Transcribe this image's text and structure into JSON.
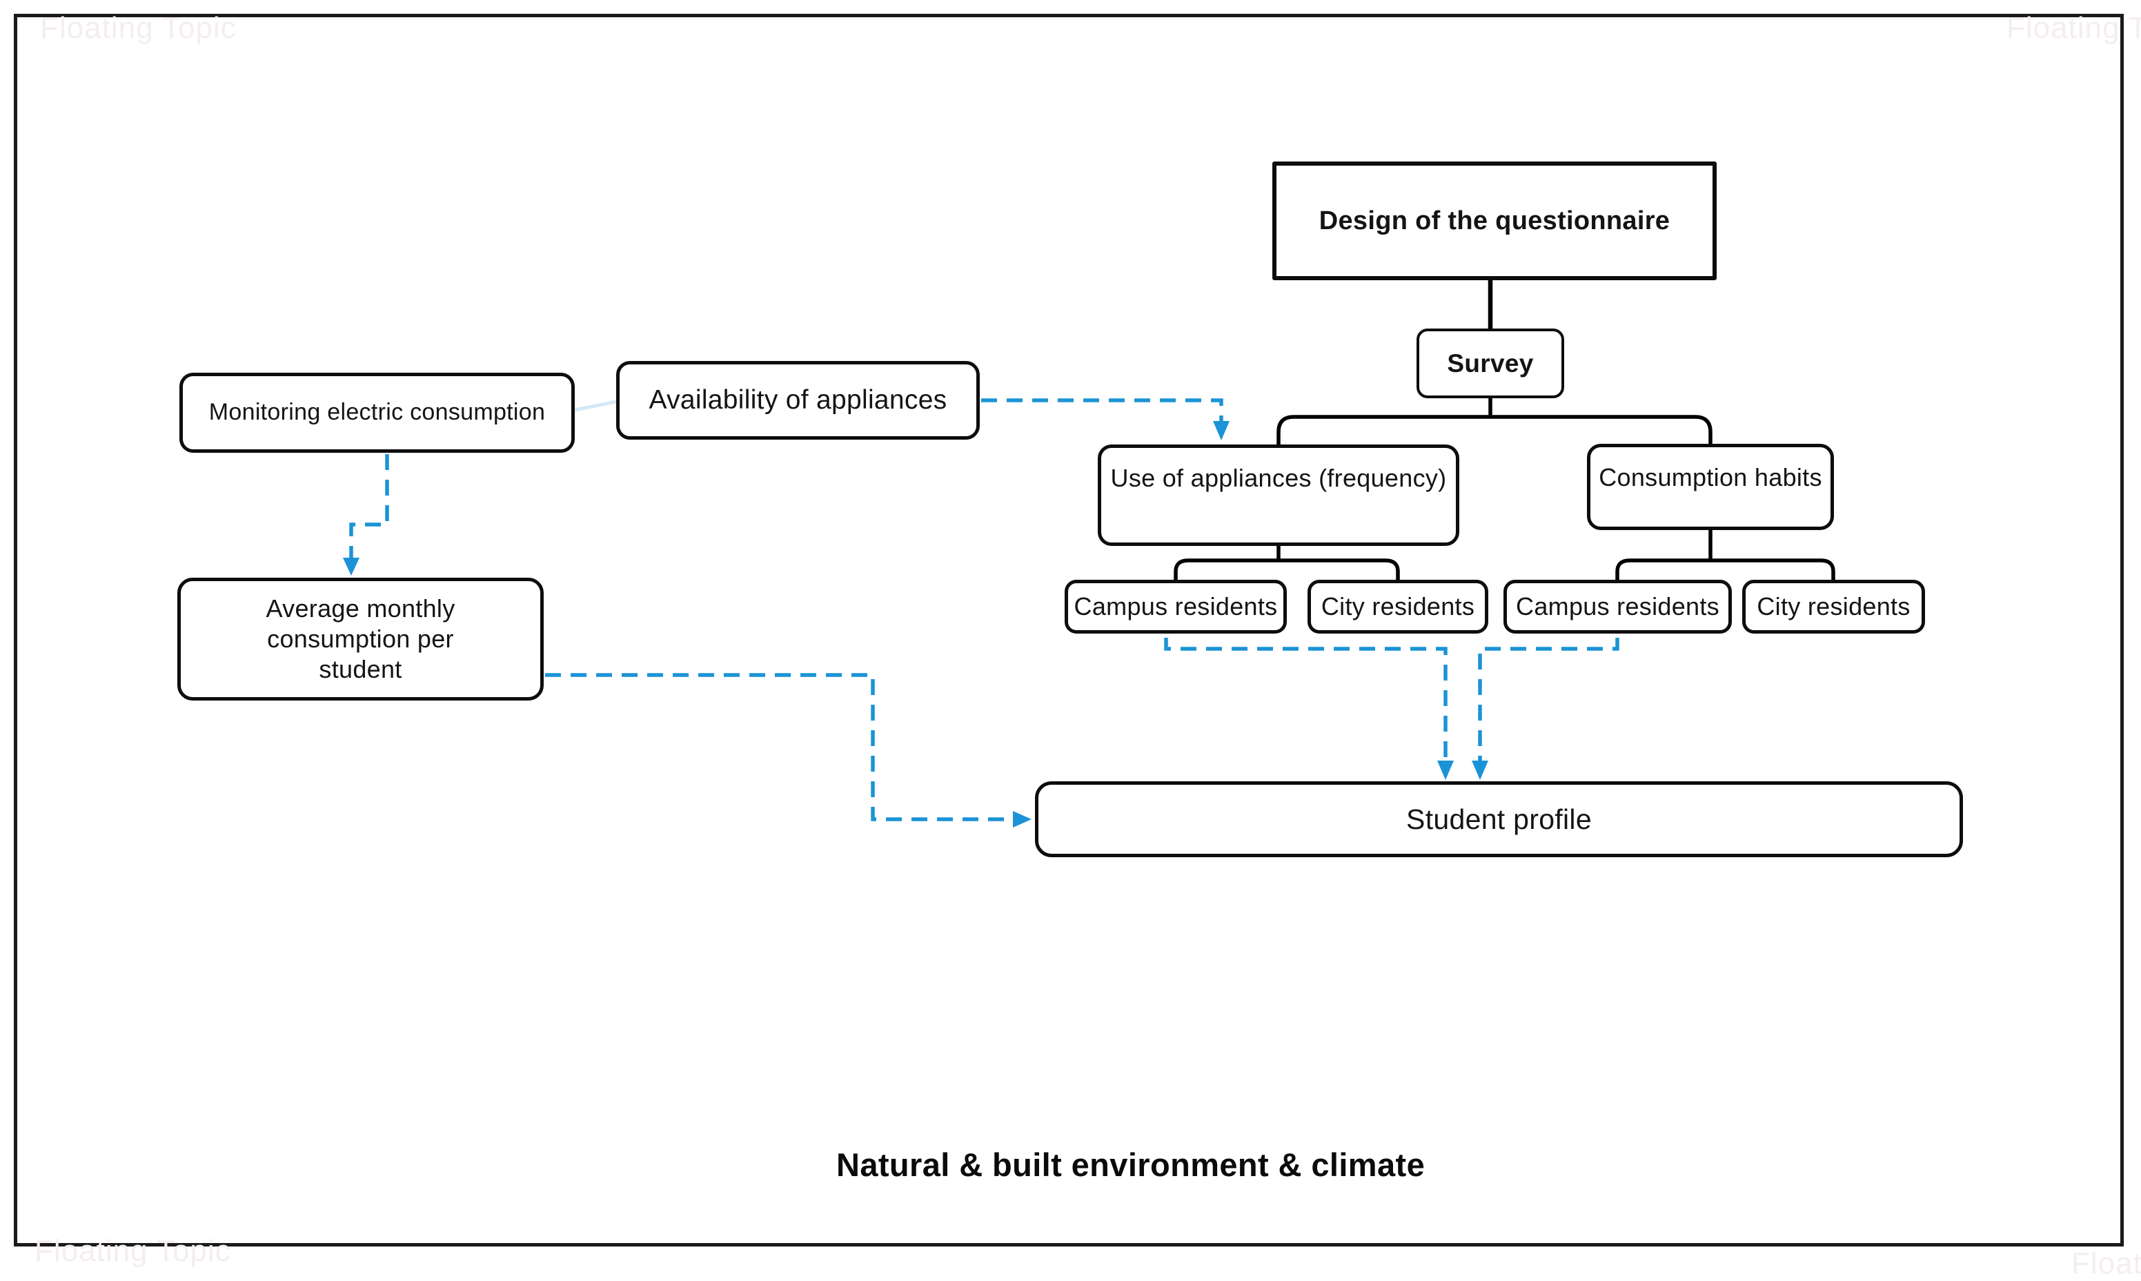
{
  "corner_labels": {
    "top_left": "Floating Topic",
    "top_right": "Floating Topic",
    "bottom_left": "Floating Topic",
    "bottom_right": "Floating Topic"
  },
  "nodes": {
    "design": {
      "label": "Design of the questionnaire"
    },
    "survey": {
      "label": "Survey"
    },
    "use_of_appliances": {
      "label": "Use of appliances (frequency)"
    },
    "consumption_habits": {
      "label": "Consumption habits"
    },
    "campus_residents_use": {
      "label": "Campus residents"
    },
    "city_residents_use": {
      "label": "City residents"
    },
    "campus_residents_cons": {
      "label": "Campus residents"
    },
    "city_residents_cons": {
      "label": "City residents"
    },
    "monitoring": {
      "label": "Monitoring electric consumption"
    },
    "availability": {
      "label": "Availability of appliances"
    },
    "average_monthly": {
      "label": "Average monthly consumption per student"
    },
    "student_profile": {
      "label": "Student profile"
    }
  },
  "caption": "Natural & built environment & climate",
  "colors": {
    "link_blue": "#1b93d6",
    "weak_link_blue": "#d4e8f5",
    "tree_black": "#000000",
    "faint_corner_text": "#f4eeed",
    "border": "#1a1a1a"
  }
}
